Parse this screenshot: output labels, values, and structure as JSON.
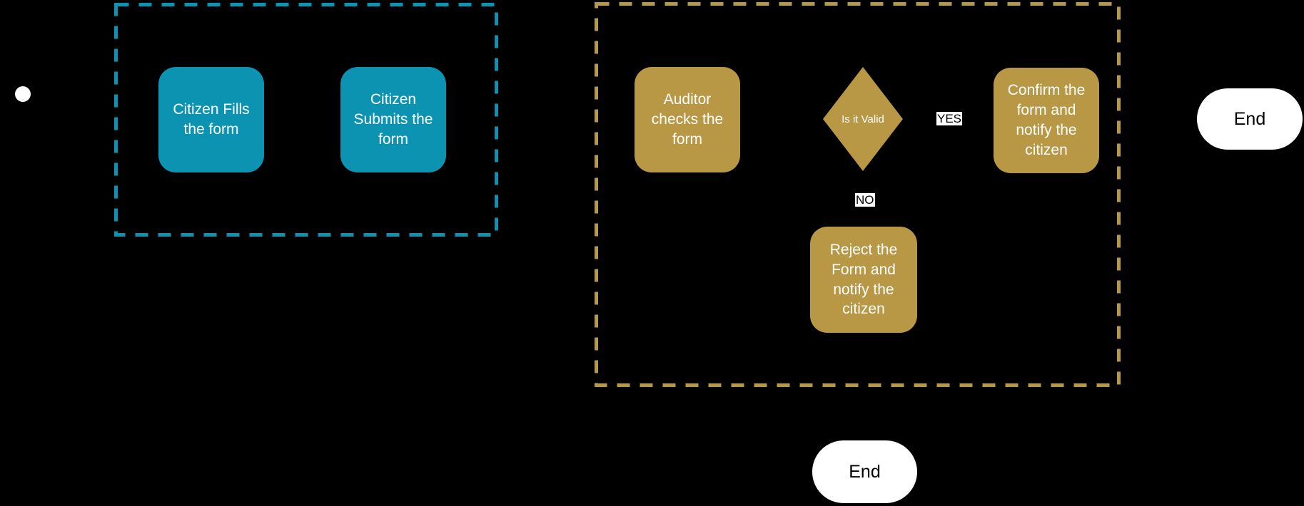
{
  "colors": {
    "background": "#000000",
    "citizen": "#0d93b2",
    "auditor": "#b89745",
    "node_text": "#ffffff",
    "end_fill": "#ffffff",
    "end_text": "#000000",
    "label_bg": "#ffffff",
    "label_text": "#000000"
  },
  "diagram": {
    "lanes": [
      {
        "id": "citizen",
        "color": "#0d93b2"
      },
      {
        "id": "auditor",
        "color": "#b89745"
      }
    ],
    "nodes": {
      "fill_form": "Citizen Fills the form",
      "submit_form": "Citizen Submits the form",
      "auditor_checks": "Auditor checks the form",
      "is_valid": "Is it Valid",
      "confirm": "Confirm the form and notify the citizen",
      "reject": "Reject the Form and notify the citizen",
      "end_right": "End",
      "end_bottom": "End"
    },
    "edge_labels": {
      "yes": "YES",
      "no": "NO"
    }
  }
}
